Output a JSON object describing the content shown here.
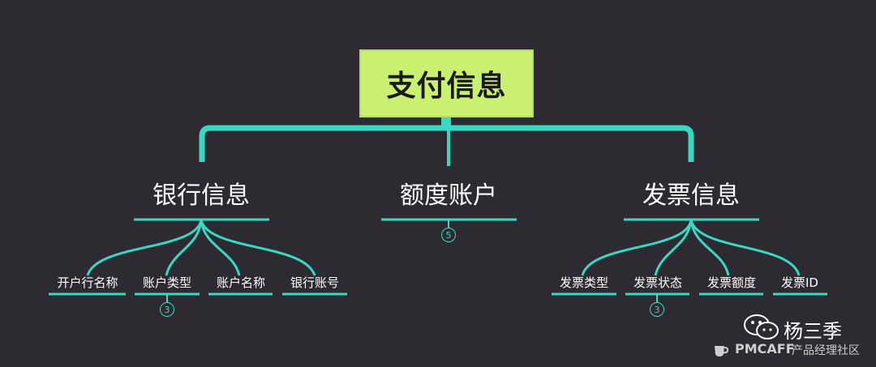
{
  "root": {
    "label": "支付信息"
  },
  "branches": [
    {
      "label": "银行信息",
      "children": [
        "开户行名称",
        "账户类型",
        "账户名称",
        "银行账号"
      ],
      "badges": [
        {
          "under_child": 1,
          "value": "3"
        }
      ]
    },
    {
      "label": "额度账户",
      "children": [],
      "badges": [
        {
          "under_self": true,
          "value": "5"
        }
      ]
    },
    {
      "label": "发票信息",
      "children": [
        "发票类型",
        "发票状态",
        "发票额度",
        "发票ID"
      ],
      "badges": [
        {
          "under_child": 1,
          "value": "3"
        }
      ]
    }
  ],
  "colors": {
    "background": "#2e2a32",
    "root_fill": "#c9f06e",
    "line": "#37d9c3",
    "text": "#ffffff"
  },
  "watermark": {
    "wechat_name": "杨三季",
    "brand": "PMCAFF",
    "brand_sub": "产品经理社区",
    "wechat_icon": "wechat-icon",
    "brand_icon": "coffee-cup-icon"
  }
}
